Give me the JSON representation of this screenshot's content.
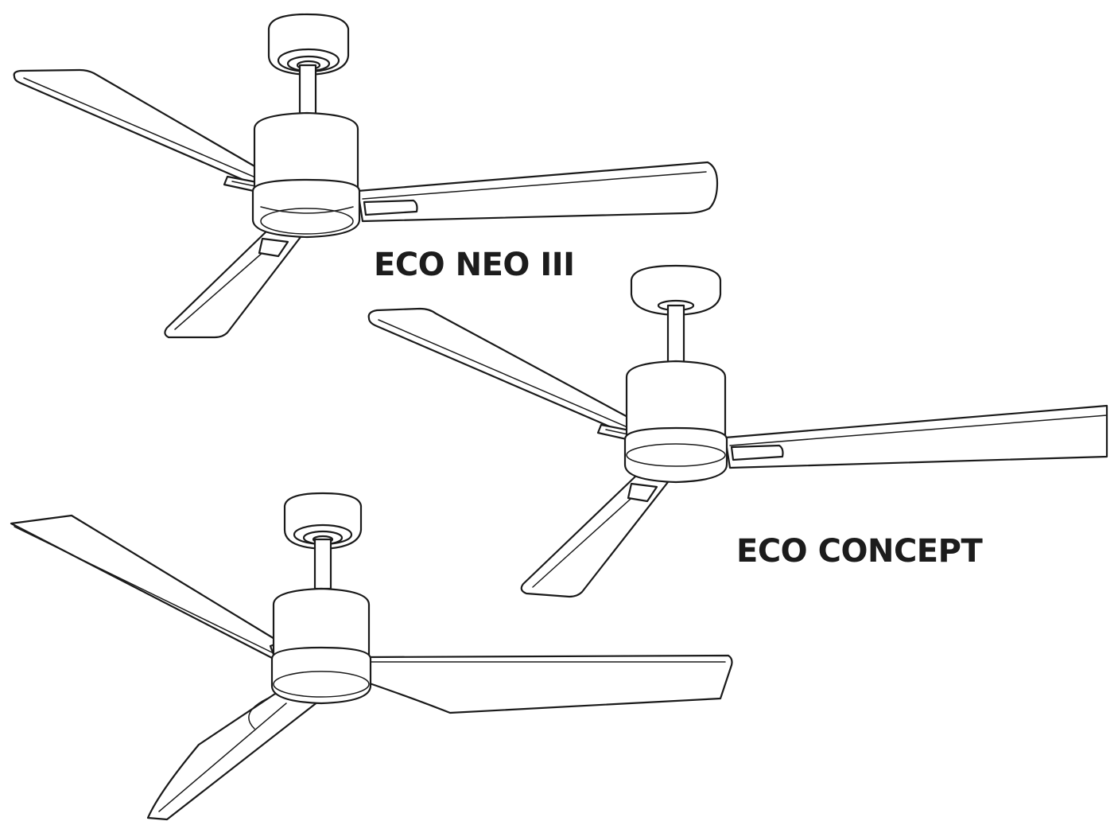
{
  "products": [
    {
      "id": "eco-neo-iii",
      "name": "ECO NEO III"
    },
    {
      "id": "eco-concept",
      "name": "ECO CONCEPT"
    },
    {
      "id": "unlabeled-fan",
      "name": ""
    }
  ],
  "colors": {
    "line": "#1a1a1a",
    "background": "#ffffff",
    "label": "#1c1c1c"
  }
}
